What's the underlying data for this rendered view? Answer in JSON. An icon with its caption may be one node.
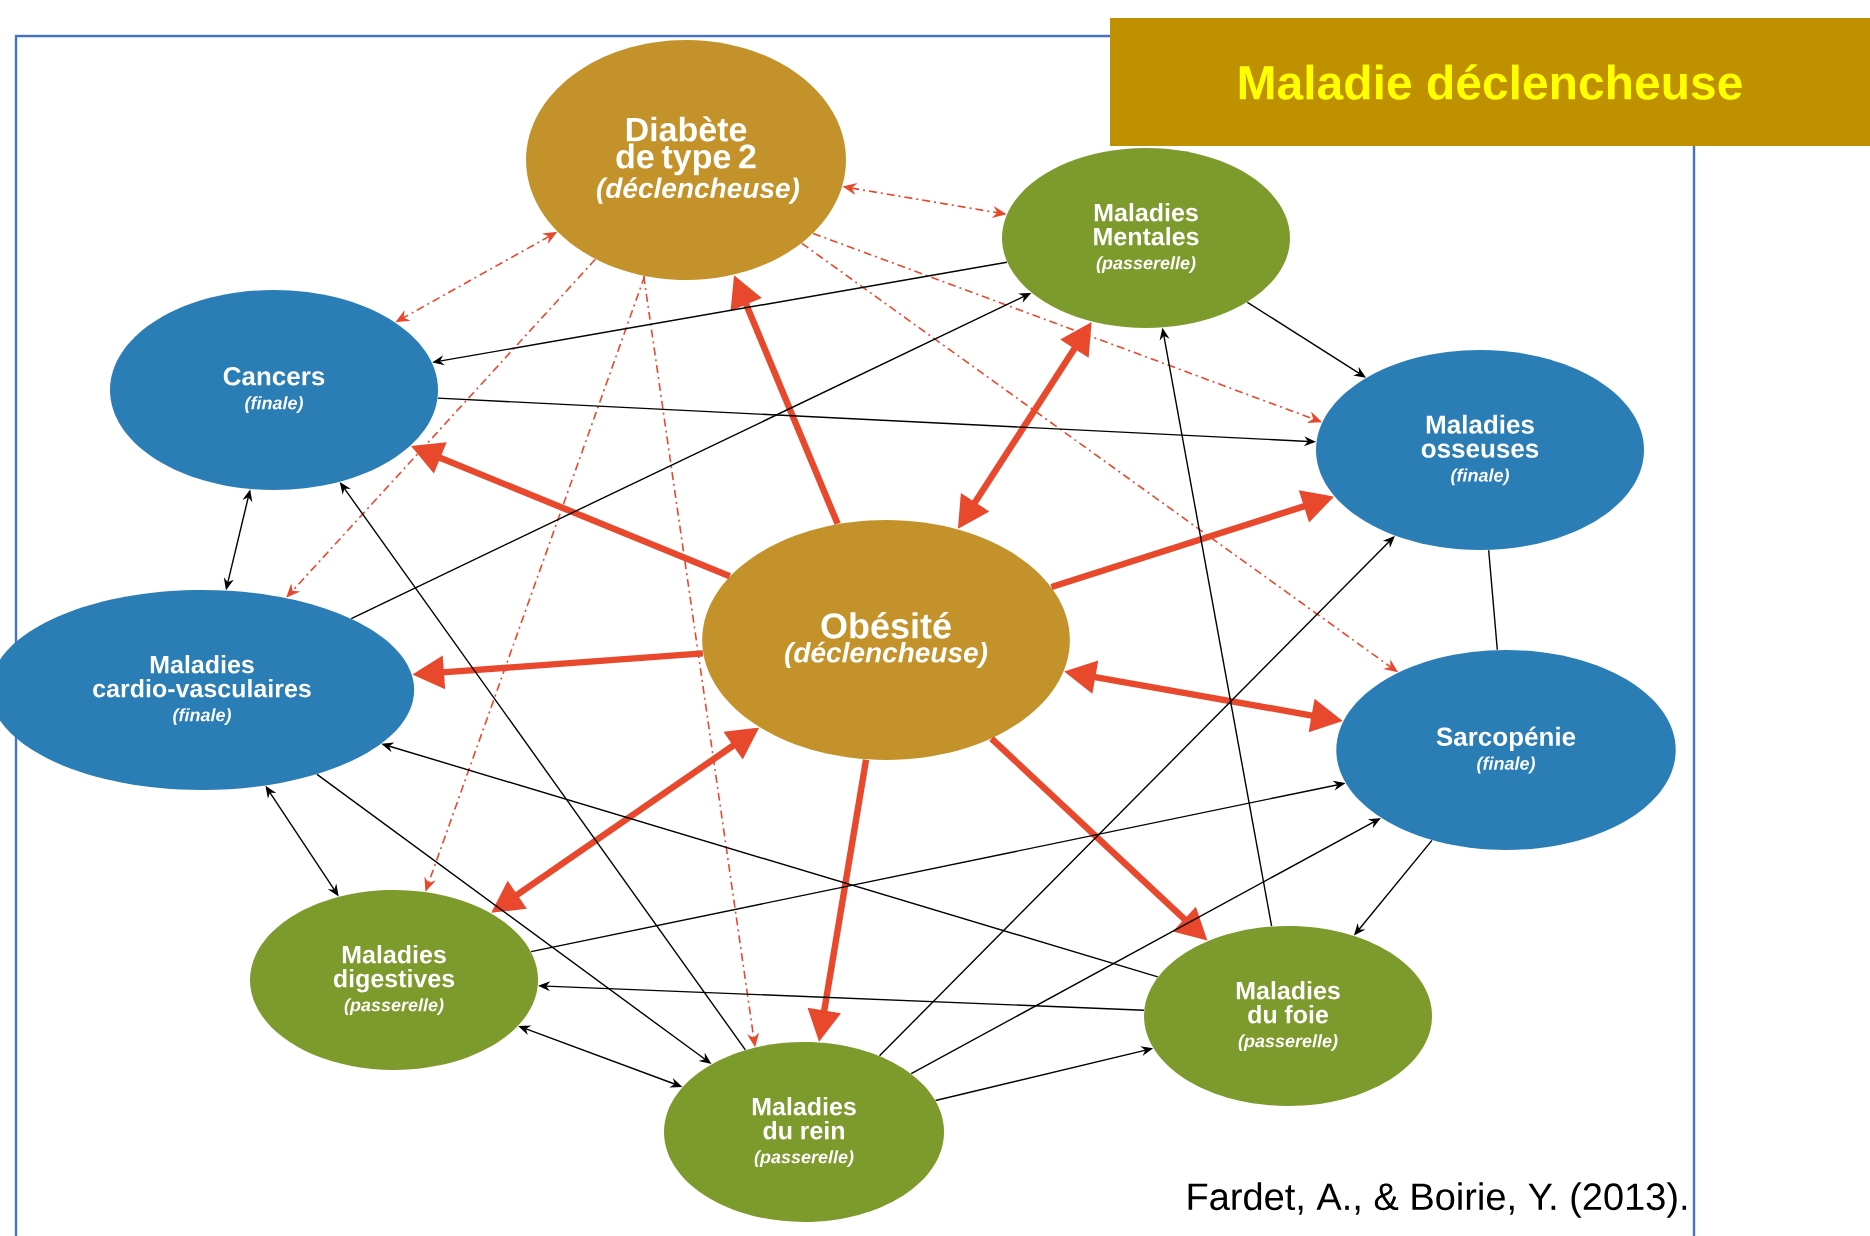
{
  "diagram": {
    "title": "Maladie déclencheuse",
    "caption": "Fardet, A., & Boirie, Y. (2013).",
    "nodes": [
      {
        "text": [
          "Diabète de type 2",
          "(déclencheuse)"
        ]
      },
      {
        "text": [
          "Maladies Mentales",
          "(passerelle)"
        ]
      },
      {
        "text": [
          "Cancers",
          "(finale)"
        ]
      },
      {
        "text": [
          "Maladies osseuses",
          "(finale)"
        ]
      },
      {
        "text": [
          "Obésité",
          "(déclencheuse)"
        ]
      },
      {
        "text": [
          "Maladies cardio-vasculaires",
          "(finale)"
        ]
      },
      {
        "text": [
          "Sarcopénie",
          "(finale)"
        ]
      },
      {
        "text": [
          "Maladies digestives",
          "(passerelle)"
        ]
      },
      {
        "text": [
          "Maladies du foie",
          "(passerelle)"
        ]
      },
      {
        "text": [
          "Maladies du rein",
          "(passerelle)"
        ]
      }
    ],
    "edges": [
      {
        "from": 4,
        "to": 0,
        "arrow": "to",
        "style": "thick",
        "color": "#e8482c"
      },
      {
        "from": 4,
        "to": 1,
        "arrow": "both",
        "style": "thick",
        "color": "#e8482c"
      },
      {
        "from": 4,
        "to": 2,
        "arrow": "to",
        "style": "thick",
        "color": "#e8482c"
      },
      {
        "from": 4,
        "to": 3,
        "arrow": "to",
        "style": "thick",
        "color": "#e8482c"
      },
      {
        "from": 4,
        "to": 5,
        "arrow": "to",
        "style": "thick",
        "color": "#e8482c"
      },
      {
        "from": 4,
        "to": 6,
        "arrow": "both",
        "style": "thick",
        "color": "#e8482c"
      },
      {
        "from": 4,
        "to": 7,
        "arrow": "both",
        "style": "thick",
        "color": "#e8482c"
      },
      {
        "from": 4,
        "to": 8,
        "arrow": "to",
        "style": "thick",
        "color": "#e8482c"
      },
      {
        "from": 4,
        "to": 9,
        "arrow": "to",
        "style": "thick",
        "color": "#e8482c"
      },
      {
        "from": 0,
        "to": 1,
        "arrow": "both",
        "style": "dashed",
        "color": "#e8482c"
      },
      {
        "from": 0,
        "to": 2,
        "arrow": "both",
        "style": "dashed",
        "color": "#e8482c"
      },
      {
        "from": 0,
        "to": 5,
        "arrow": "to",
        "style": "dashed",
        "color": "#e8482c"
      },
      {
        "from": 0,
        "to": 7,
        "arrow": "to",
        "style": "dashed",
        "color": "#e8482c"
      },
      {
        "from": 0,
        "to": 9,
        "arrow": "to",
        "style": "dashed",
        "color": "#e8482c"
      },
      {
        "from": 0,
        "to": 3,
        "arrow": "to",
        "style": "dashed",
        "color": "#e8482c"
      },
      {
        "from": 0,
        "to": 6,
        "arrow": "to",
        "style": "dashed",
        "color": "#e8482c"
      },
      {
        "from": 2,
        "to": 5,
        "arrow": "both"
      },
      {
        "from": 5,
        "to": 7,
        "arrow": "both"
      },
      {
        "from": 7,
        "to": 9,
        "arrow": "both"
      },
      {
        "from": 9,
        "to": 8,
        "arrow": "to"
      },
      {
        "from": 8,
        "to": 7,
        "arrow": "to"
      },
      {
        "from": 6,
        "to": 8,
        "arrow": "to"
      },
      {
        "from": 3,
        "to": 6,
        "arrow": "none"
      },
      {
        "from": 1,
        "to": 3,
        "arrow": "to"
      },
      {
        "from": 1,
        "to": 2,
        "arrow": "to"
      },
      {
        "from": 2,
        "to": 3,
        "arrow": "to"
      },
      {
        "from": 5,
        "to": 1,
        "arrow": "to"
      },
      {
        "from": 8,
        "to": 1,
        "arrow": "to"
      },
      {
        "from": 9,
        "to": 2,
        "arrow": "to"
      },
      {
        "from": 9,
        "to": 3,
        "arrow": "to"
      },
      {
        "from": 7,
        "to": 6,
        "arrow": "to"
      },
      {
        "from": 9,
        "to": 6,
        "arrow": "to"
      },
      {
        "from": 5,
        "to": 9,
        "arrow": "to"
      },
      {
        "from": 8,
        "to": 5,
        "arrow": "to"
      }
    ]
  }
}
